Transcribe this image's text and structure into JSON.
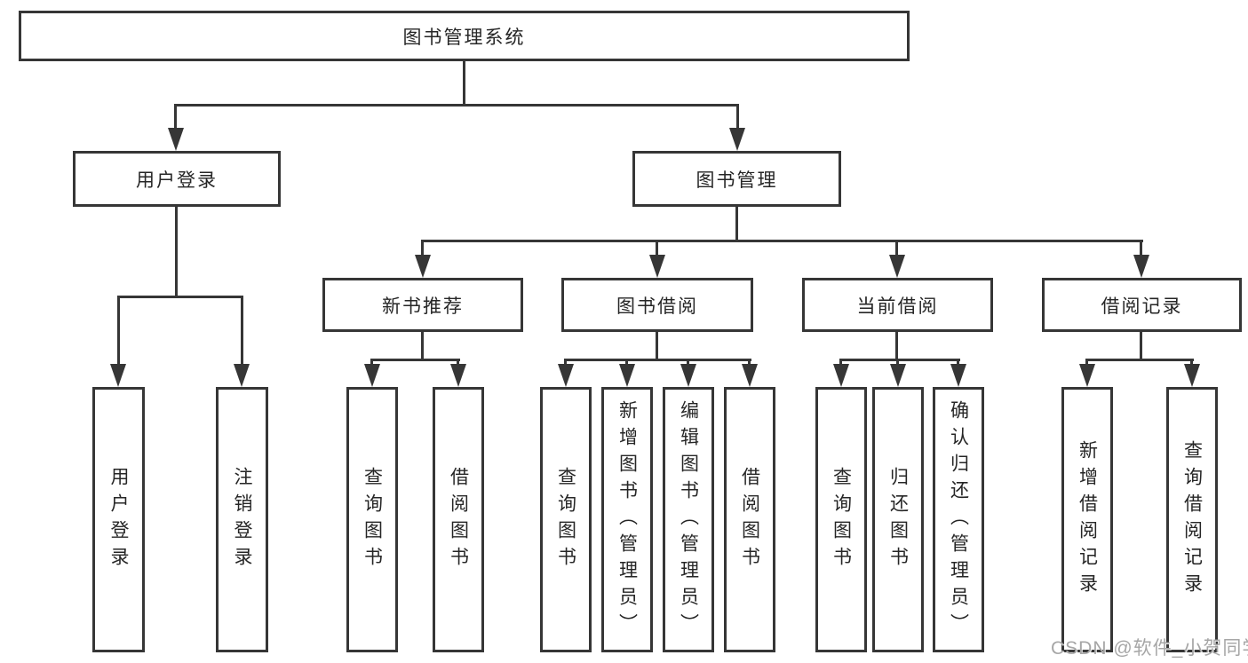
{
  "diagram": {
    "root": {
      "label": "图书管理系统"
    },
    "user_login": {
      "label": "用户登录",
      "children": [
        {
          "label": "用户登录"
        },
        {
          "label": "注销登录"
        }
      ]
    },
    "book_mgmt": {
      "label": "图书管理",
      "groups": [
        {
          "label": "新书推荐",
          "children": [
            {
              "label": "查询图书"
            },
            {
              "label": "借阅图书"
            }
          ]
        },
        {
          "label": "图书借阅",
          "children": [
            {
              "label": "查询图书"
            },
            {
              "label": "新增图书（管理员）"
            },
            {
              "label": "编辑图书（管理员）"
            },
            {
              "label": "借阅图书"
            }
          ]
        },
        {
          "label": "当前借阅",
          "children": [
            {
              "label": "查询图书"
            },
            {
              "label": "归还图书"
            },
            {
              "label": "确认归还（管理员）"
            }
          ]
        },
        {
          "label": "借阅记录",
          "children": [
            {
              "label": "新增借阅记录"
            },
            {
              "label": "查询借阅记录"
            }
          ]
        }
      ]
    }
  },
  "watermark": "CSDN @软件_小贺同学",
  "colors": {
    "line": "#363636",
    "text": "#262626",
    "background": "#ffffff",
    "watermark": "#a6a6a6"
  }
}
